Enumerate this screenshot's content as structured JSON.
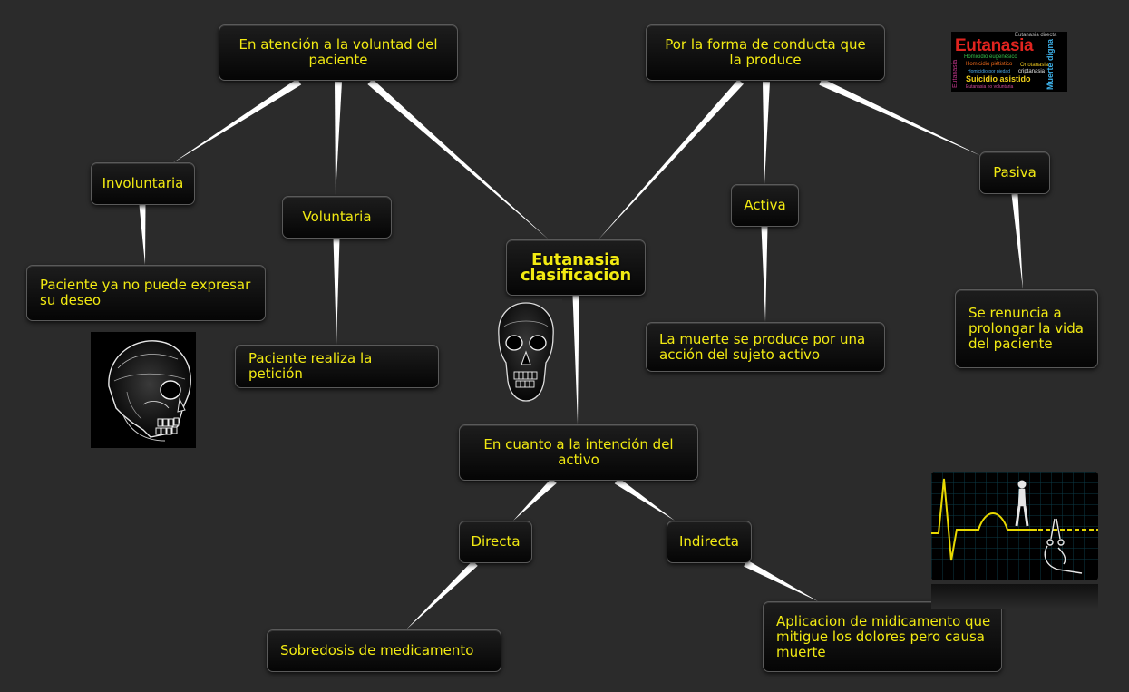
{
  "diagram": {
    "title": "Eutanasia\nclasificacion",
    "nodes": {
      "voluntad": "En atención a la voluntad del paciente",
      "conducta": "Por la forma de conducta que la produce",
      "involuntaria": "Involuntaria",
      "voluntaria": "Voluntaria",
      "activa": "Activa",
      "pasiva": "Pasiva",
      "involuntaria_desc": "Paciente ya no puede expresar su deseo",
      "voluntaria_desc": "Paciente realiza la petición",
      "activa_desc": "La muerte se produce por una acción del sujeto activo",
      "pasiva_desc": "Se renuncia a prolongar la vida del paciente",
      "intencion": "En cuanto a la intención del activo",
      "directa": "Directa",
      "indirecta": "Indirecta",
      "directa_desc": "Sobredosis de medicamento",
      "indirecta_desc": "Aplicacion de midicamento que mitigue los dolores pero causa muerte"
    },
    "wordcloud": {
      "big": "Eutanasia",
      "words": [
        "Eutanasia directa",
        "Homicidio eugenésico",
        "Homicidio piétistico",
        "Ortotanasia",
        "Homicidio por piedad",
        "criptanasia",
        "Suicidio asistido",
        "Eutanasia no voluntaria",
        "Muerte digna",
        "Eutanasia"
      ]
    },
    "colors": {
      "background": "#2b2b2b",
      "node_text": "#f2ea12",
      "connector": "#ffffff",
      "ecg_line": "#e8d800"
    }
  }
}
